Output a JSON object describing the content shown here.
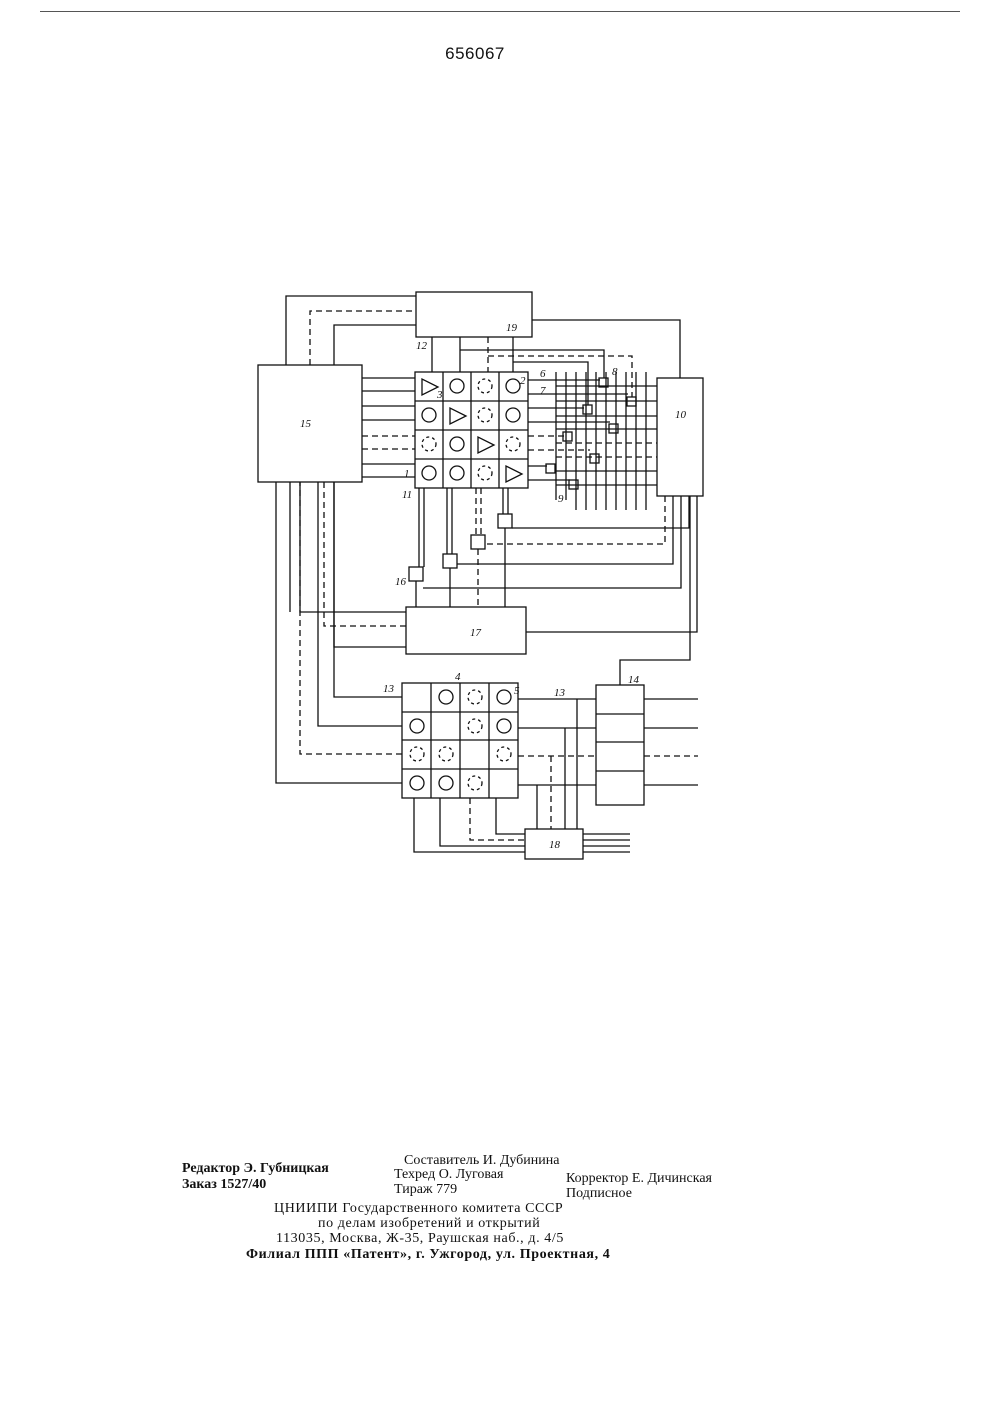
{
  "patent_number": "656067",
  "diagram_labels": {
    "b19": "19",
    "b15": "15",
    "b10": "10",
    "b17": "17",
    "b14": "14",
    "b18": "18",
    "b16": "16",
    "n12": "12",
    "n2": "2",
    "n3": "3",
    "n6": "6",
    "n7": "7",
    "n8": "8",
    "n9": "9",
    "n1": "1",
    "n11": "11",
    "n4": "4",
    "n5": "5",
    "n13a": "13",
    "n13b": "13"
  },
  "imprint": {
    "compiler": "Составитель И. Дубинина",
    "editor": "Редактор Э. Губницкая",
    "techred": "Техред О. Луговая",
    "corrector": "Корректор Е. Дичинская",
    "order": "Заказ 1527/40",
    "circulation": "Тираж 779",
    "subscription": "Подписное",
    "org1": "ЦНИИПИ Государственного комитета СССР",
    "org2": "по делам изобретений и открытий",
    "address": "113035, Москва, Ж-35, Раушская наб., д. 4/5",
    "branch": "Филиал ППП «Патент», г. Ужгород, ул. Проектная, 4"
  }
}
